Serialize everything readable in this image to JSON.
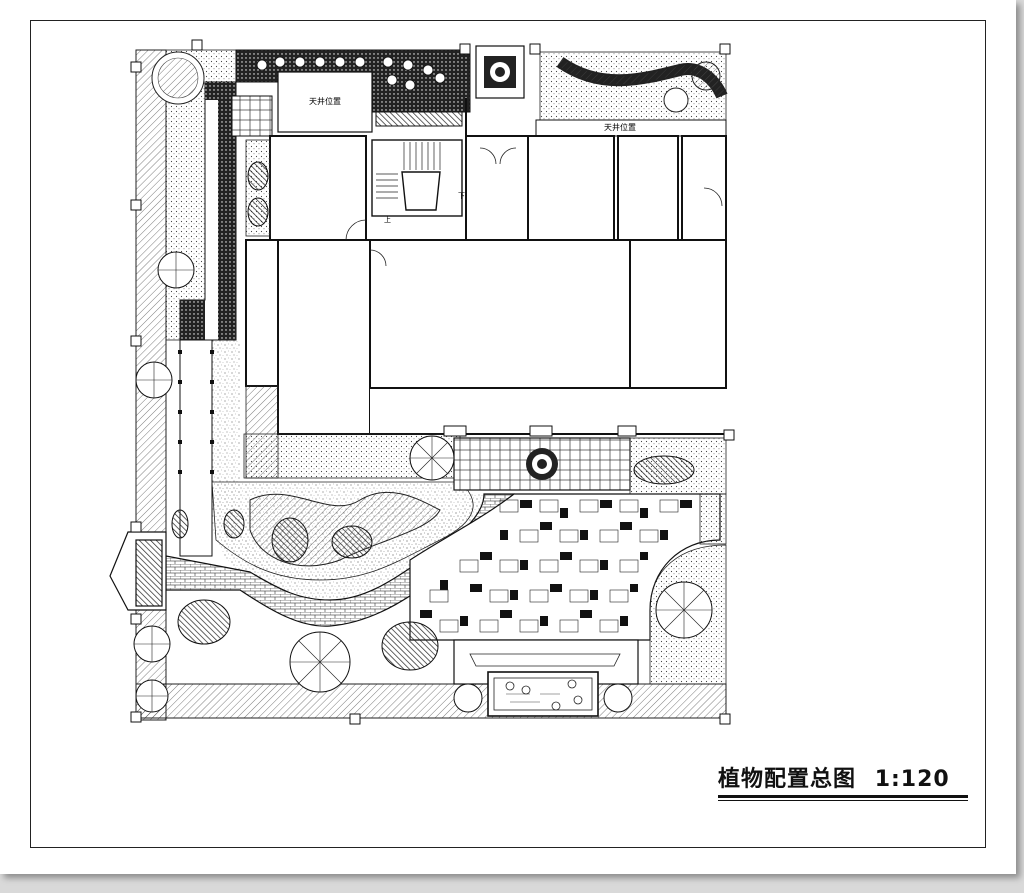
{
  "drawing": {
    "title": "植物配置总图",
    "scale": "1:120",
    "labels": {
      "skywell_left": "天井位置",
      "skywell_right": "天井位置",
      "stair_up": "上",
      "stair_down": "下"
    }
  }
}
